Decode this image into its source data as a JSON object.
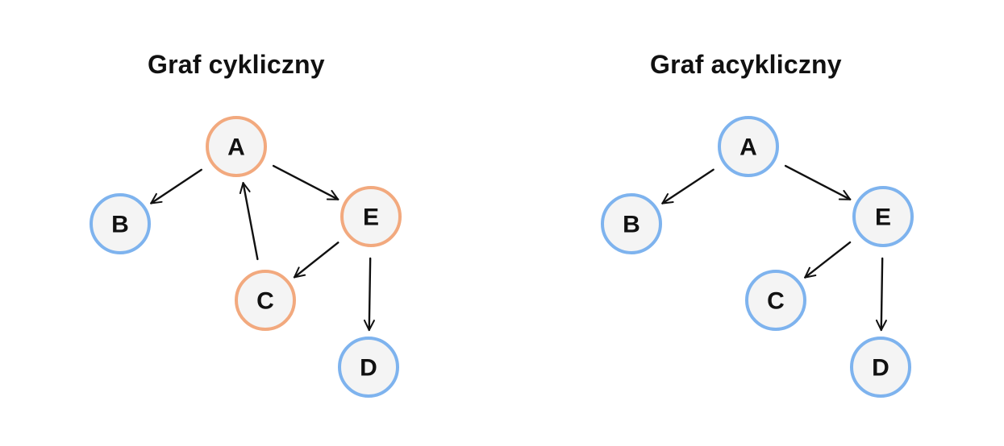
{
  "colors": {
    "cycle_node": "#F2A97E",
    "normal_node": "#7EB3EE",
    "node_fill": "#F4F4F4",
    "edge": "#111111",
    "text": "#111111"
  },
  "graphs": [
    {
      "title": "Graf cykliczny",
      "nodes": [
        {
          "id": "A",
          "label": "A",
          "state": "cycle"
        },
        {
          "id": "B",
          "label": "B",
          "state": "normal"
        },
        {
          "id": "E",
          "label": "E",
          "state": "cycle"
        },
        {
          "id": "C",
          "label": "C",
          "state": "cycle"
        },
        {
          "id": "D",
          "label": "D",
          "state": "normal"
        }
      ],
      "edges": [
        {
          "from": "A",
          "to": "B"
        },
        {
          "from": "A",
          "to": "E"
        },
        {
          "from": "E",
          "to": "C"
        },
        {
          "from": "C",
          "to": "A"
        },
        {
          "from": "E",
          "to": "D"
        }
      ]
    },
    {
      "title": "Graf acykliczny",
      "nodes": [
        {
          "id": "A",
          "label": "A",
          "state": "normal"
        },
        {
          "id": "B",
          "label": "B",
          "state": "normal"
        },
        {
          "id": "E",
          "label": "E",
          "state": "normal"
        },
        {
          "id": "C",
          "label": "C",
          "state": "normal"
        },
        {
          "id": "D",
          "label": "D",
          "state": "normal"
        }
      ],
      "edges": [
        {
          "from": "A",
          "to": "B"
        },
        {
          "from": "A",
          "to": "E"
        },
        {
          "from": "E",
          "to": "C"
        },
        {
          "from": "E",
          "to": "D"
        }
      ]
    }
  ]
}
